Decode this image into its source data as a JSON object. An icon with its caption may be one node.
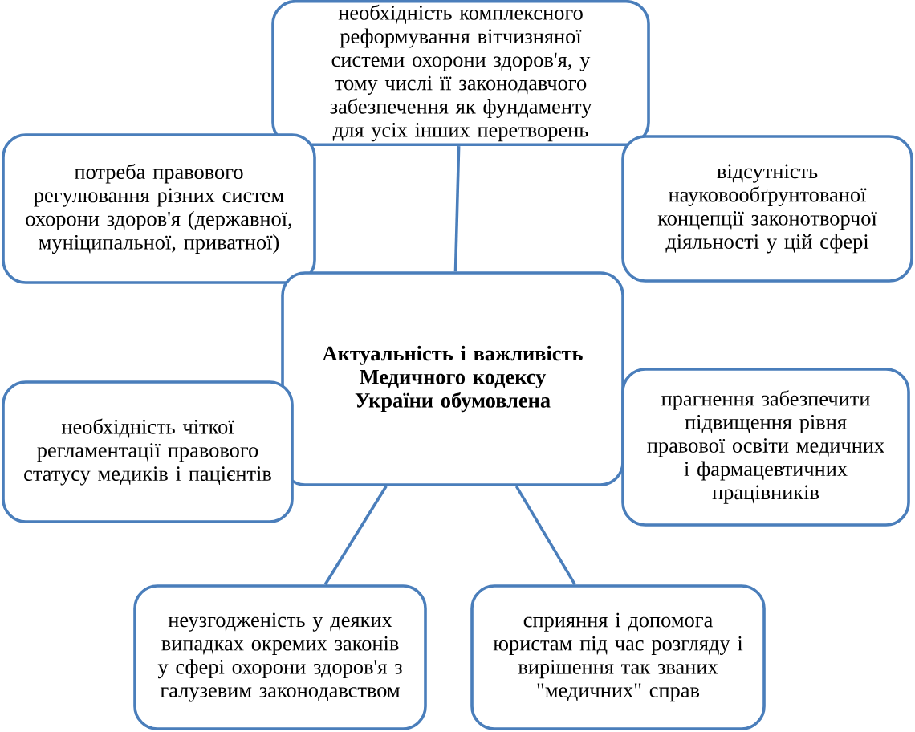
{
  "diagram": {
    "nodes": [
      {
        "text": [
          "необхідність комплексного реформування вітчизняної системи охорони здоров'я, у тому числі її законодавчого забезпечення як фундаменту для усіх інших перетворень"
        ]
      },
      {
        "text": [
          "потреба правового регулювання різних систем охорони здоров'я (державної, муніципальної, приватної)"
        ]
      },
      {
        "text": [
          "відсутність науковообґрунтованої концепції законотворчої діяльності у цій сфері"
        ]
      },
      {
        "text": [
          "Актуальність і важливість Медичного кодексу України обумовлена"
        ]
      },
      {
        "text": [
          "необхідність чіткої регламентації правового статусу медиків і пацієнтів"
        ]
      },
      {
        "text": [
          "прагнення забезпечити підвищення рівня правової освіти медичних і фармацевтичних працівників"
        ]
      },
      {
        "text": [
          "неузгодженість у деяких випадках окремих законів у сфері охорони здоров'я з галузевим законодавством"
        ]
      },
      {
        "text": [
          "сприяння і допомога юристам під час розгляду і вирішення так званих \"медичних\" справ"
        ]
      }
    ],
    "edges": [
      {
        "from": 3,
        "to": 0,
        "arrow": "none"
      },
      {
        "from": 3,
        "to": 6,
        "arrow": "none"
      },
      {
        "from": 3,
        "to": 7,
        "arrow": "none"
      }
    ]
  }
}
